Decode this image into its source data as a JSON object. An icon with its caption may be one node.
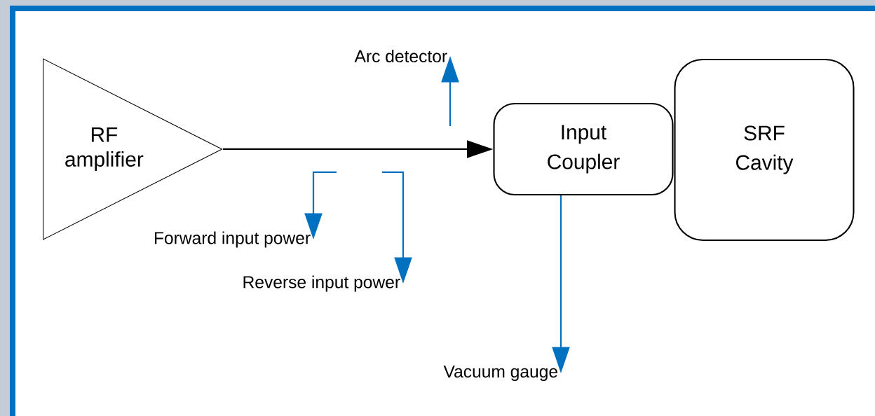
{
  "diagram": {
    "nodes": [
      {
        "text": [
          "RF amplifier"
        ]
      },
      {
        "text": [
          "Input Coupler"
        ]
      },
      {
        "text": [
          "SRF Cavity"
        ]
      },
      {
        "text": [
          "Arc detector"
        ]
      },
      {
        "text": [
          "Forward input power"
        ]
      },
      {
        "text": [
          "Reverse input power"
        ]
      },
      {
        "text": [
          "Vacuum gauge"
        ]
      }
    ],
    "edges": [
      {
        "from": 0,
        "to": 1,
        "arrow": "to",
        "color": "#000000"
      },
      {
        "from": null,
        "to": 3,
        "arrow": "to"
      },
      {
        "from": null,
        "to": 4,
        "arrow": "to"
      },
      {
        "from": null,
        "to": 5,
        "arrow": "to"
      },
      {
        "from": 1,
        "to": 6,
        "arrow": "to"
      }
    ]
  }
}
